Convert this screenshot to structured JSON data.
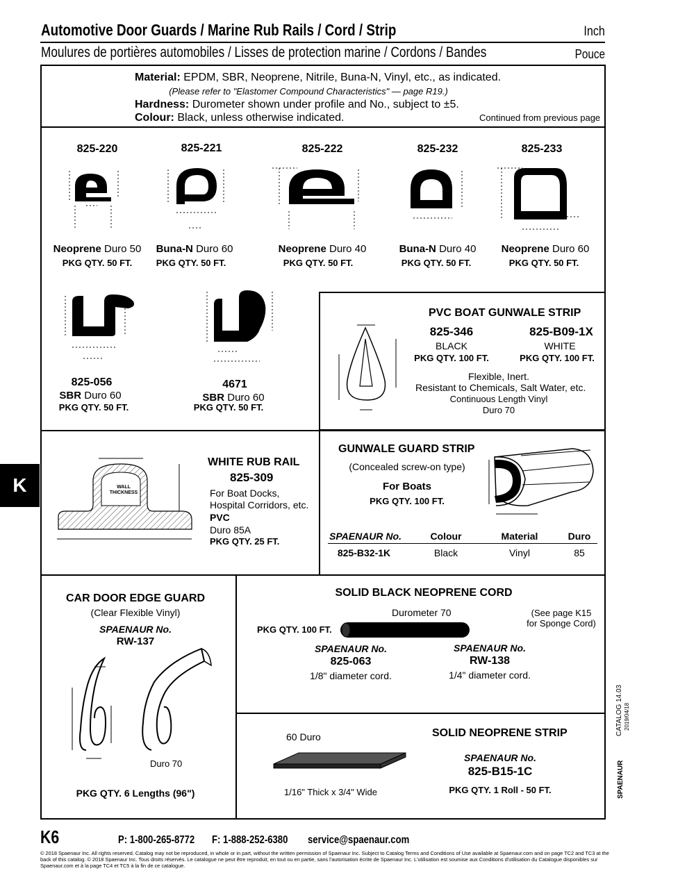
{
  "header": {
    "title_en": "Automotive Door Guards / Marine Rub Rails / Cord / Strip",
    "title_fr": "Moulures de portières automobiles / Lisses de protection marine / Cordons / Bandes",
    "unit_en": "Inch",
    "unit_fr": "Pouce"
  },
  "intro": {
    "material_label": "Material:",
    "material_text": "EPDM, SBR, Neoprene, Nitrile, Buna-N, Vinyl, etc., as indicated.",
    "refer_note": "(Please refer to \"Elastomer Compound Characteristics\" — page R19.)",
    "hardness_label": "Hardness:",
    "hardness_text": "Durometer shown under profile and No., subject to ±5.",
    "colour_label": "Colour:",
    "colour_text": "Black, unless otherwise indicated.",
    "continued": "Continued from previous page"
  },
  "profiles_row1": [
    {
      "part": "825-220",
      "material": "Neoprene",
      "duro": "Duro 50",
      "pkg": "PKG QTY. 50 FT."
    },
    {
      "part": "825-221",
      "material": "Buna-N",
      "duro": "Duro 60",
      "pkg": "PKG QTY. 50 FT."
    },
    {
      "part": "825-222",
      "material": "Neoprene",
      "duro": "Duro 40",
      "pkg": "PKG QTY. 50 FT."
    },
    {
      "part": "825-232",
      "material": "Buna-N",
      "duro": "Duro 40",
      "pkg": "PKG QTY. 50 FT."
    },
    {
      "part": "825-233",
      "material": "Neoprene",
      "duro": "Duro 60",
      "pkg": "PKG QTY. 50 FT."
    }
  ],
  "profiles_row2": [
    {
      "part": "825-056",
      "material": "SBR",
      "duro": "Duro 60",
      "pkg": "PKG QTY. 50 FT."
    },
    {
      "part": "4671",
      "material": "SBR",
      "duro": "Duro 60",
      "pkg": "PKG QTY. 50 FT."
    }
  ],
  "pvc_strip": {
    "title": "PVC BOAT GUNWALE STRIP",
    "part_a": "825-346",
    "color_a": "BLACK",
    "pkg_a": "PKG QTY. 100 FT.",
    "part_b": "825-B09-1X",
    "color_b": "WHITE",
    "pkg_b": "PKG QTY. 100 FT.",
    "desc1": "Flexible, Inert.",
    "desc2": "Resistant to Chemicals, Salt Water, etc.",
    "desc3": "Continuous Length Vinyl",
    "desc4": "Duro 70"
  },
  "rub_rail": {
    "title": "WHITE RUB RAIL",
    "part": "825-309",
    "use1": "For Boat Docks,",
    "use2": "Hospital Corridors, etc.",
    "material": "PVC",
    "duro": "Duro 85A",
    "pkg": "PKG QTY. 25 FT.",
    "wall_label1": "WALL",
    "wall_label2": "THICKNESS"
  },
  "gunwale_guard": {
    "title": "GUNWALE GUARD STRIP",
    "subtitle": "(Concealed screw-on type)",
    "for": "For Boats",
    "pkg": "PKG QTY. 100 FT.",
    "columns": [
      "SPAENAUR No.",
      "Colour",
      "Material",
      "Duro"
    ],
    "row": [
      "825-B32-1K",
      "Black",
      "Vinyl",
      "85"
    ]
  },
  "door_edge": {
    "title": "CAR DOOR EDGE GUARD",
    "subtitle": "(Clear Flexible Vinyl)",
    "no_label": "SPAENAUR No.",
    "part": "RW-137",
    "duro": "Duro 70",
    "pkg": "PKG QTY. 6 Lengths (96\")"
  },
  "cord": {
    "title": "SOLID BLACK NEOPRENE CORD",
    "durometer": "Durometer 70",
    "pkg": "PKG QTY. 100 FT.",
    "see1": "(See page K15",
    "see2": "for Sponge Cord)",
    "no_label_a": "SPAENAUR No.",
    "part_a": "825-063",
    "desc_a": "1/8\" diameter cord.",
    "no_label_b": "SPAENAUR No.",
    "part_b": "RW-138",
    "desc_b": "1/4\" diameter cord."
  },
  "strip": {
    "title": "SOLID NEOPRENE STRIP",
    "duro": "60 Duro",
    "size": "1/16\" Thick x 3/4\" Wide",
    "no_label": "SPAENAUR No.",
    "part": "825-B15-1C",
    "pkg": "PKG QTY. 1 Roll - 50 FT."
  },
  "side": {
    "tab": "K",
    "catalog": "CATALOG 14.03",
    "date": "2019/04/18",
    "brand": "SPAENAUR"
  },
  "footer": {
    "page": "K6",
    "phone": "P: 1-800-265-8772",
    "fax": "F: 1-888-252-6380",
    "email": "service@spaenaur.com",
    "legal_en": "© 2018 Spaenaur Inc. All rights reserved. Catalog may not be reproduced, in whole or in part, without the written permission of Spaenaur Inc. Subject to Catalog Terms and Conditions of Use available at Spaenaur.com and on page TC2 and TC3 at the back of this catalog.",
    "legal_fr": "© 2018 Spaenaur Inc. Tous droits réservés. Le catalogue ne peut être reproduit, en tout ou en partie, sans l'autorisation écrite de Spaenaur Inc. L'utilisation est soumise aux Conditions d'utilisation du Catalogue disponibles sur Spaenaur.com et à la page TC4 et TC5 à la fin de ce catalogue."
  }
}
